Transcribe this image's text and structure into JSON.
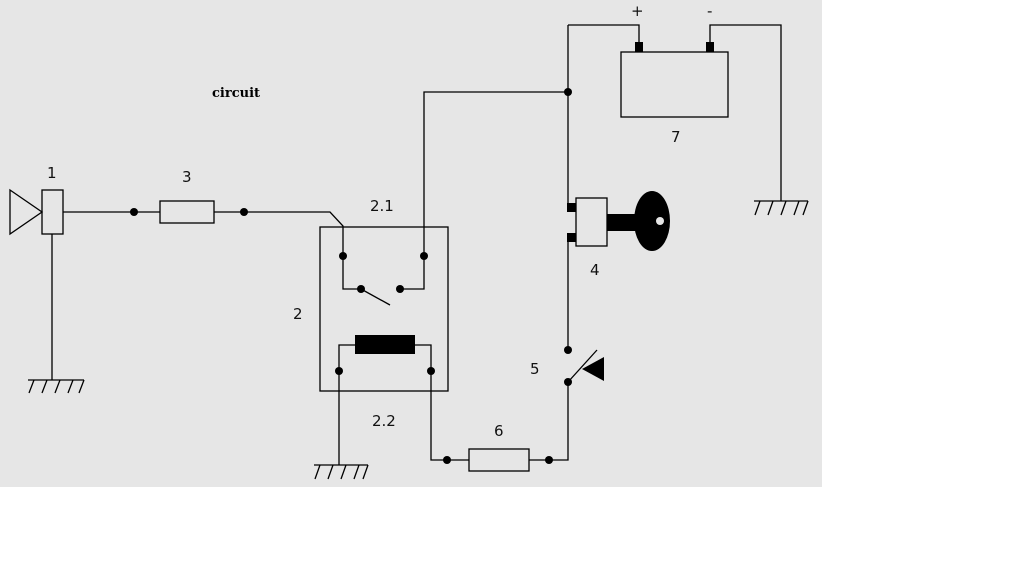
{
  "diagram": {
    "title": "circuit",
    "colors": {
      "background": "#e6e6e6",
      "page": "#ffffff",
      "ink": "#000000"
    },
    "labels": {
      "horn": "1",
      "relay": "2",
      "relay_switch": "2.1",
      "relay_coil": "2.2",
      "fuse_main": "3",
      "ignition_switch": "4",
      "horn_button": "5",
      "fuse_control": "6",
      "battery": "7",
      "battery_plus": "+",
      "battery_minus": "-"
    },
    "components": [
      {
        "id": "1",
        "icon": "horn-icon"
      },
      {
        "id": "2",
        "icon": "relay-box"
      },
      {
        "id": "2.1",
        "icon": "relay-contact-icon"
      },
      {
        "id": "2.2",
        "icon": "relay-coil-icon"
      },
      {
        "id": "3",
        "icon": "fuse-icon"
      },
      {
        "id": "4",
        "icon": "ignition-key-icon"
      },
      {
        "id": "5",
        "icon": "push-button-icon"
      },
      {
        "id": "6",
        "icon": "fuse-icon"
      },
      {
        "id": "7",
        "icon": "battery-icon"
      }
    ]
  }
}
